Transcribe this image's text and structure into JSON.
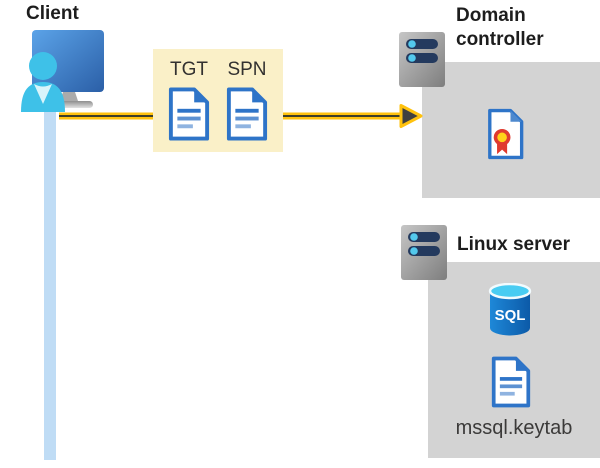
{
  "client": {
    "label": "Client"
  },
  "tickets": {
    "tgt_label": "TGT",
    "spn_label": "SPN"
  },
  "domain_controller": {
    "label": "Domain controller"
  },
  "linux_server": {
    "label": "Linux server",
    "database_label": "SQL",
    "keytab_label": "mssql.keytab"
  },
  "icons": {
    "client": "monitor-and-person-icon",
    "servers": "server-tower-icon",
    "tickets": "document-icon",
    "domain_controller": "certificate-icon",
    "database": "sql-database-icon",
    "keytab": "document-icon"
  },
  "colors": {
    "ticket_box_bg": "#FAF0C8",
    "arrow_yellow": "#FFC20E",
    "arrow_core": "#3F3F28",
    "arrowhead": "#404040",
    "panel_gray": "#D3D3D3",
    "client_line_blue": "#BFDCF5",
    "document_blue": "#2E74C8",
    "monitor_blue": "#3C7BC4",
    "person_cyan": "#3EC1E8",
    "server_slot_navy": "#243A5E",
    "server_dot_cyan": "#53C9ED",
    "sql_body_blue": "#1068B8",
    "sql_top_cyan": "#49CCF2",
    "certificate_red": "#E03A2F",
    "certificate_gold": "#FFD11A"
  }
}
